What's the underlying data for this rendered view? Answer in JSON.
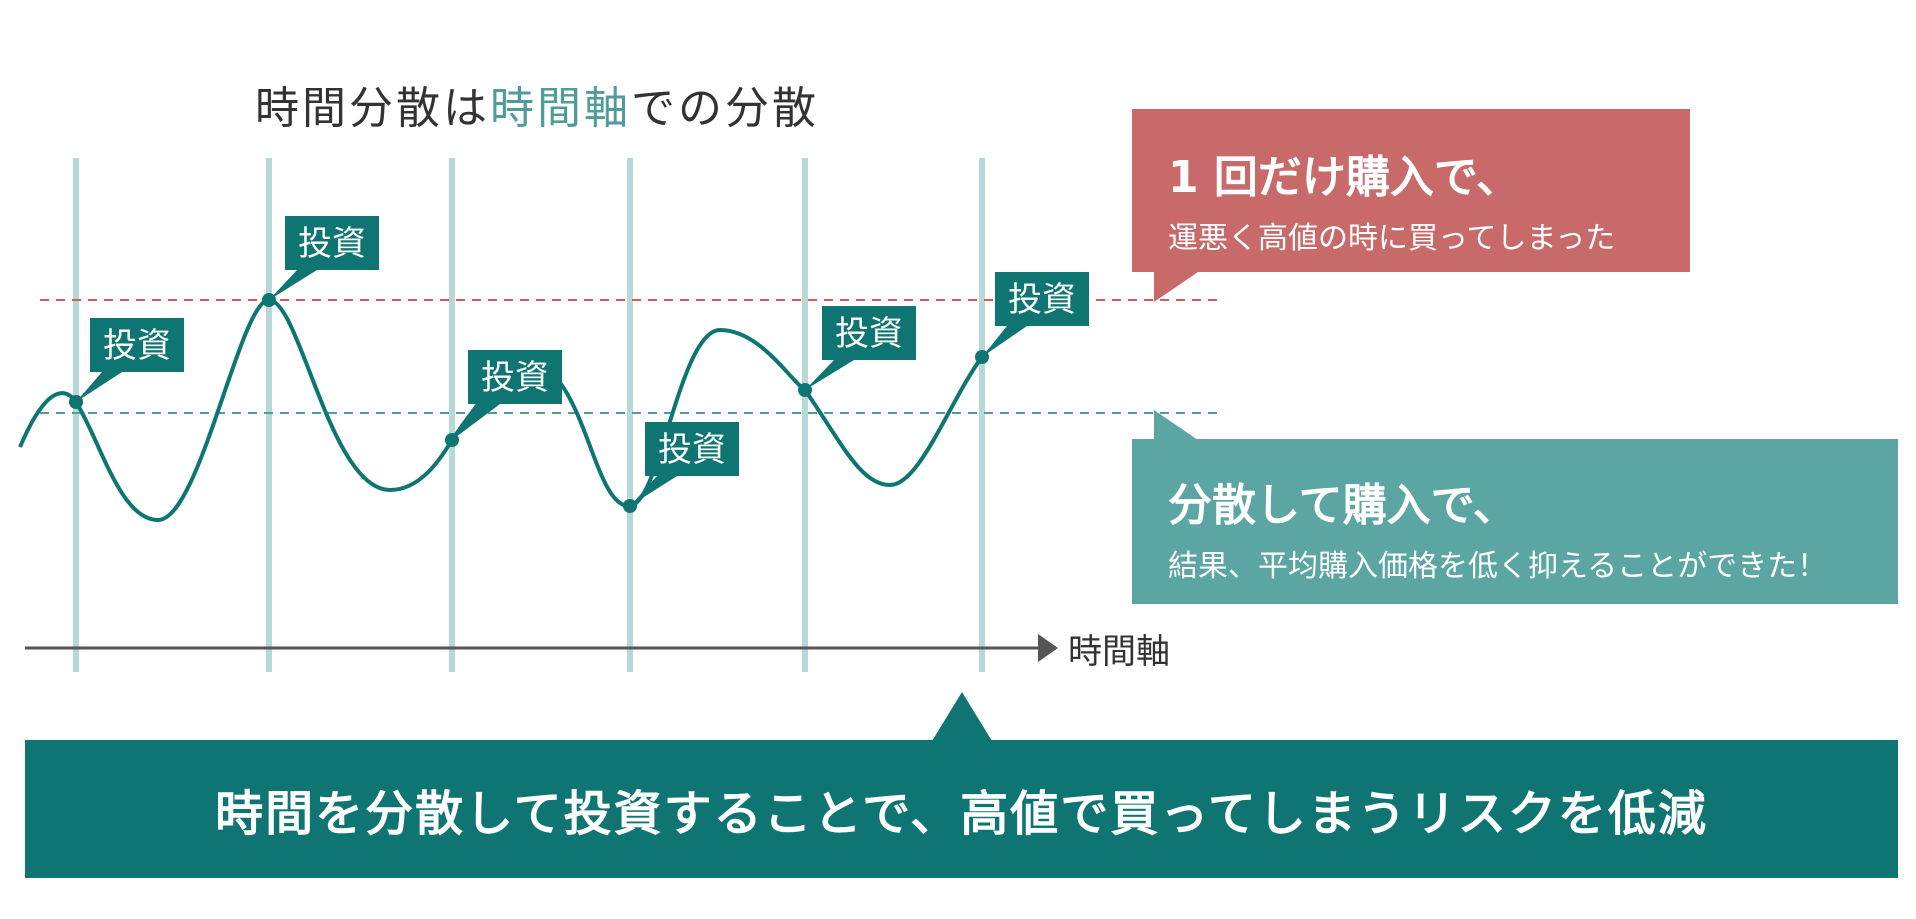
{
  "title": {
    "prefix": "時間分散は",
    "highlight": "時間軸",
    "suffix": "での分散"
  },
  "axis_label": "時間軸",
  "invest_label": "投資",
  "callout_high": {
    "line1": "1 回だけ購入で、",
    "line2": "運悪く高値の時に買ってしまった",
    "icon": "sweat-drops-icon"
  },
  "callout_avg": {
    "line1": "分散して購入で、",
    "line2": "結果、平均購入価格を低く抑えることができた！"
  },
  "summary": "時間を分散して投資することで、高値で買ってしまうリスクを低減",
  "colors": {
    "accent_teal": "#0e7572",
    "callout_teal": "#5ba6a3",
    "callout_red": "#c96a6a",
    "gridline": "#b6d8d7",
    "high_line": "#d9595a",
    "avg_line": "#4f9c99",
    "axis": "#555555"
  },
  "chart_data": {
    "type": "line",
    "description_series": "price",
    "investment_points": 6,
    "reference_lines": [
      "high",
      "average"
    ],
    "series": [
      {
        "values": [
          3.2,
          3.8,
          3.6,
          1.6,
          0.3,
          1.8,
          5.2,
          4.2,
          1.2,
          1.1,
          1.6,
          2.6,
          3.6,
          3.3,
          0.4,
          1.2,
          4.3,
          4.0,
          3.2,
          2.6,
          1.3,
          1.6,
          3.2,
          4.1
        ]
      }
    ],
    "invest_indices": [
      1,
      6,
      12,
      14,
      18,
      23
    ]
  }
}
